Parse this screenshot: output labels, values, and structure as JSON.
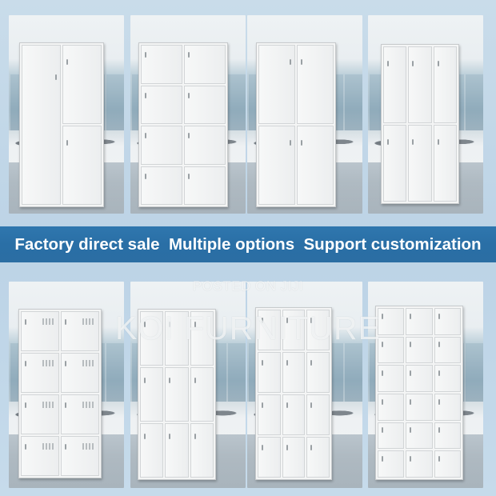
{
  "banner": {
    "text": "Factory direct sale  Multiple options  Support customization"
  },
  "watermark": {
    "line1": "POSTED ON JIJI",
    "line2": "KOI FURNITURE"
  },
  "colors": {
    "banner_bg": "#2b6fa5",
    "page_bg": "#c2d7e8",
    "cabinet": "#f4f5f5"
  }
}
